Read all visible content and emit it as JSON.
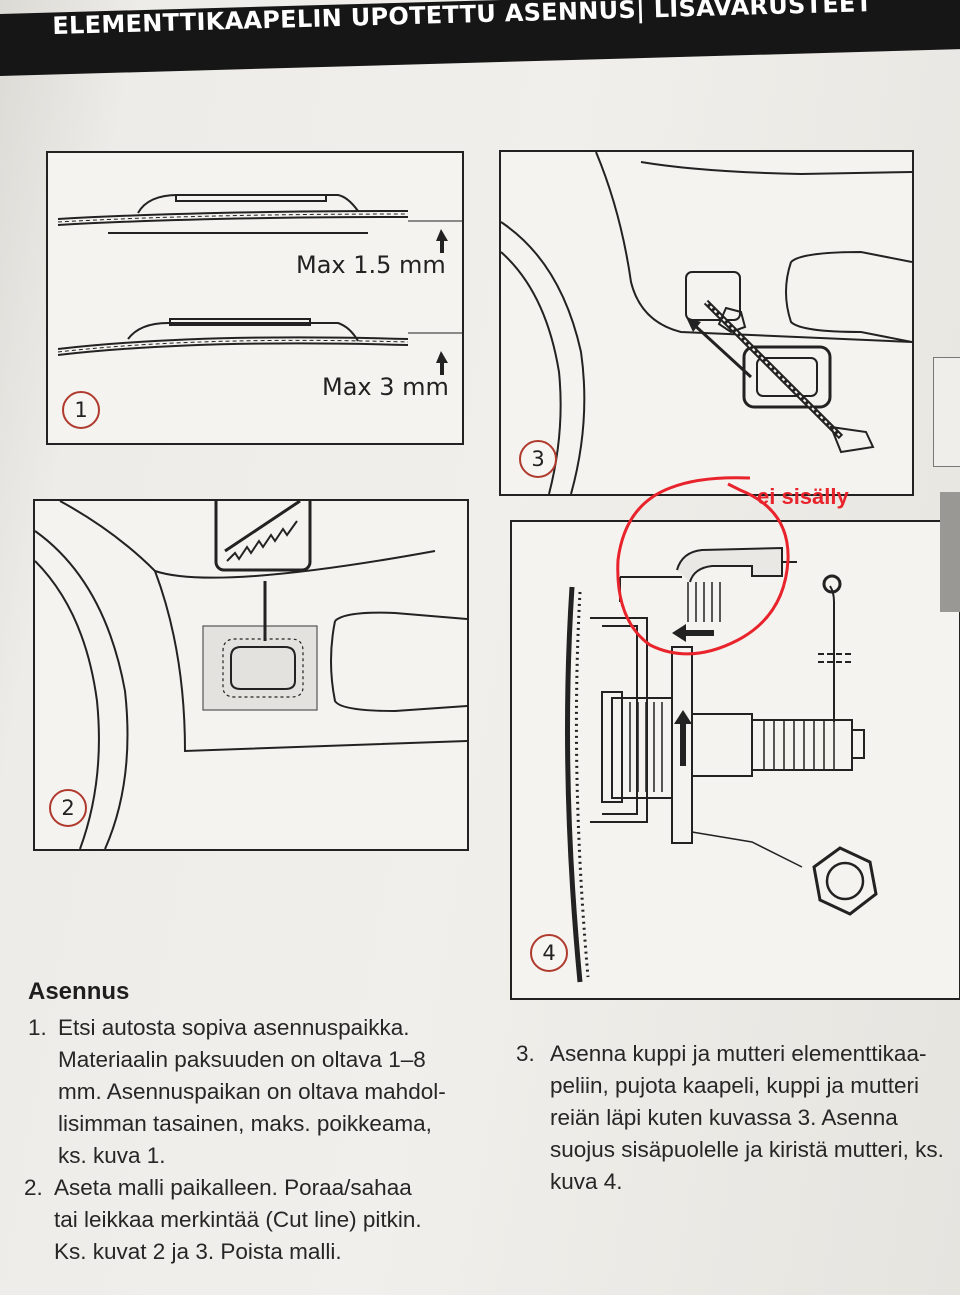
{
  "header": {
    "title": "ELEMENTTIKAAPELIN UPOTETTU ASENNUS| LISÄVARUSTEET"
  },
  "figures": {
    "fig1": {
      "number": "1",
      "label_top": "Max 1.5 mm",
      "label_bottom": "Max 3 mm"
    },
    "fig2": {
      "number": "2"
    },
    "fig3": {
      "number": "3"
    },
    "fig4": {
      "number": "4"
    }
  },
  "annotation": {
    "text": "ei sisälly",
    "color": "#e8232b"
  },
  "instructions": {
    "title": "Asennus",
    "steps": [
      {
        "number": "1.",
        "lines": [
          "Etsi autosta sopiva asennuspaikka.",
          "Materiaalin paksuuden on oltava 1–8",
          "mm. Asennuspaikan on oltava mahdol-",
          "lisimman tasainen, maks. poikkeama,",
          "ks. kuva 1."
        ]
      },
      {
        "number": "2.",
        "lines": [
          "Aseta malli paikalleen. Poraa/sahaa",
          "tai leikkaa merkintää (Cut line) pitkin.",
          "Ks. kuvat 2 ja 3. Poista malli."
        ]
      },
      {
        "number": "3.",
        "lines": [
          "Asenna kuppi ja mutteri elementtikaa-",
          "peliin, pujota kaapeli, kuppi ja mutteri",
          "reiän läpi kuten kuvassa 3. Asenna",
          "suojus sisäpuolelle ja kiristä mutteri, ks.",
          "kuva 4."
        ]
      }
    ]
  }
}
